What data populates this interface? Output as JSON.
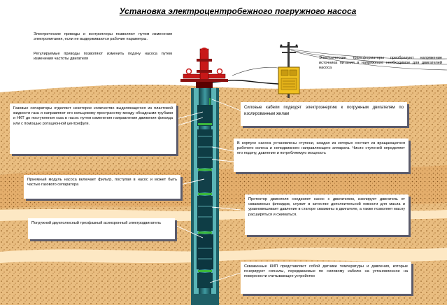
{
  "title": "Установка электроцентробежного погружного насоса",
  "notes": {
    "drives": "Электрические приводы и контроллеры позволяют путем изменения электропитания, если не выдерживаются рабочие параметры.",
    "drives_2": "Регулируемые приводы позволяют изменить подачу насоса путем изменения частоты двигателя",
    "transformers": "Электрические трансформаторы преобразуют напряжение источника питания в напряжение необходимое для двигателей насоса",
    "gas_separators": "Газовые сепараторы отделяют некоторое количество выделяющегося из пластовой жидкости газа и направляют его кольцевому пространству между обсадными трубами и НКТ до поступления газа в насос путем изменения направления движения флюида или с помощью ротационной центрифуги.",
    "power_cables": "Силовые кабели подводят электроэнергию к погружным двигателям по изолированным жилам",
    "pump_stages": "В корпусе насоса установлены ступени, каждая из которых состоит из вращающегося рабочего колеса и неподвижного направляющего аппарата. Число ступеней определяет его подачу, давление и потребляемую мощность",
    "intake": "Приемный модуль насоса включает фильтр, поступая в насос и может быть частью газового сепаратора",
    "protector": "Протектор двигателя соединяет насос с двигателем, изолирует двигатель от скважинных флюидов, служит в качестве дополнительной емкости для масла и уравновешивает давление в статоре скважины в двигателе, а также позволяет маслу расширяться и сжиматься.",
    "motor": "Погружной двухполюсный трехфазный асинхронный электродвигатель",
    "sensors": "Скважинные КИП представляют собой датчики температуры и давления, которые генерируют сигналы, передаваемые по силовому кабелю на установленное на поверхности считывающее устройство"
  },
  "colors": {
    "sky": "#ffffff",
    "soil": "#e6b87a",
    "soil_dot": "#9c6a2e",
    "stripe": "#fde8c4",
    "casing": "#1f5f66",
    "tubing": "#3aa3a6",
    "pump": "#0e3d45",
    "wellhead": "#c81818",
    "transformer": "#f0c020",
    "green_mark": "#3cb83c"
  },
  "icons": [
    "wellhead-valve-icon",
    "transformer-icon",
    "power-pole-icon",
    "esp-assembly-icon"
  ]
}
